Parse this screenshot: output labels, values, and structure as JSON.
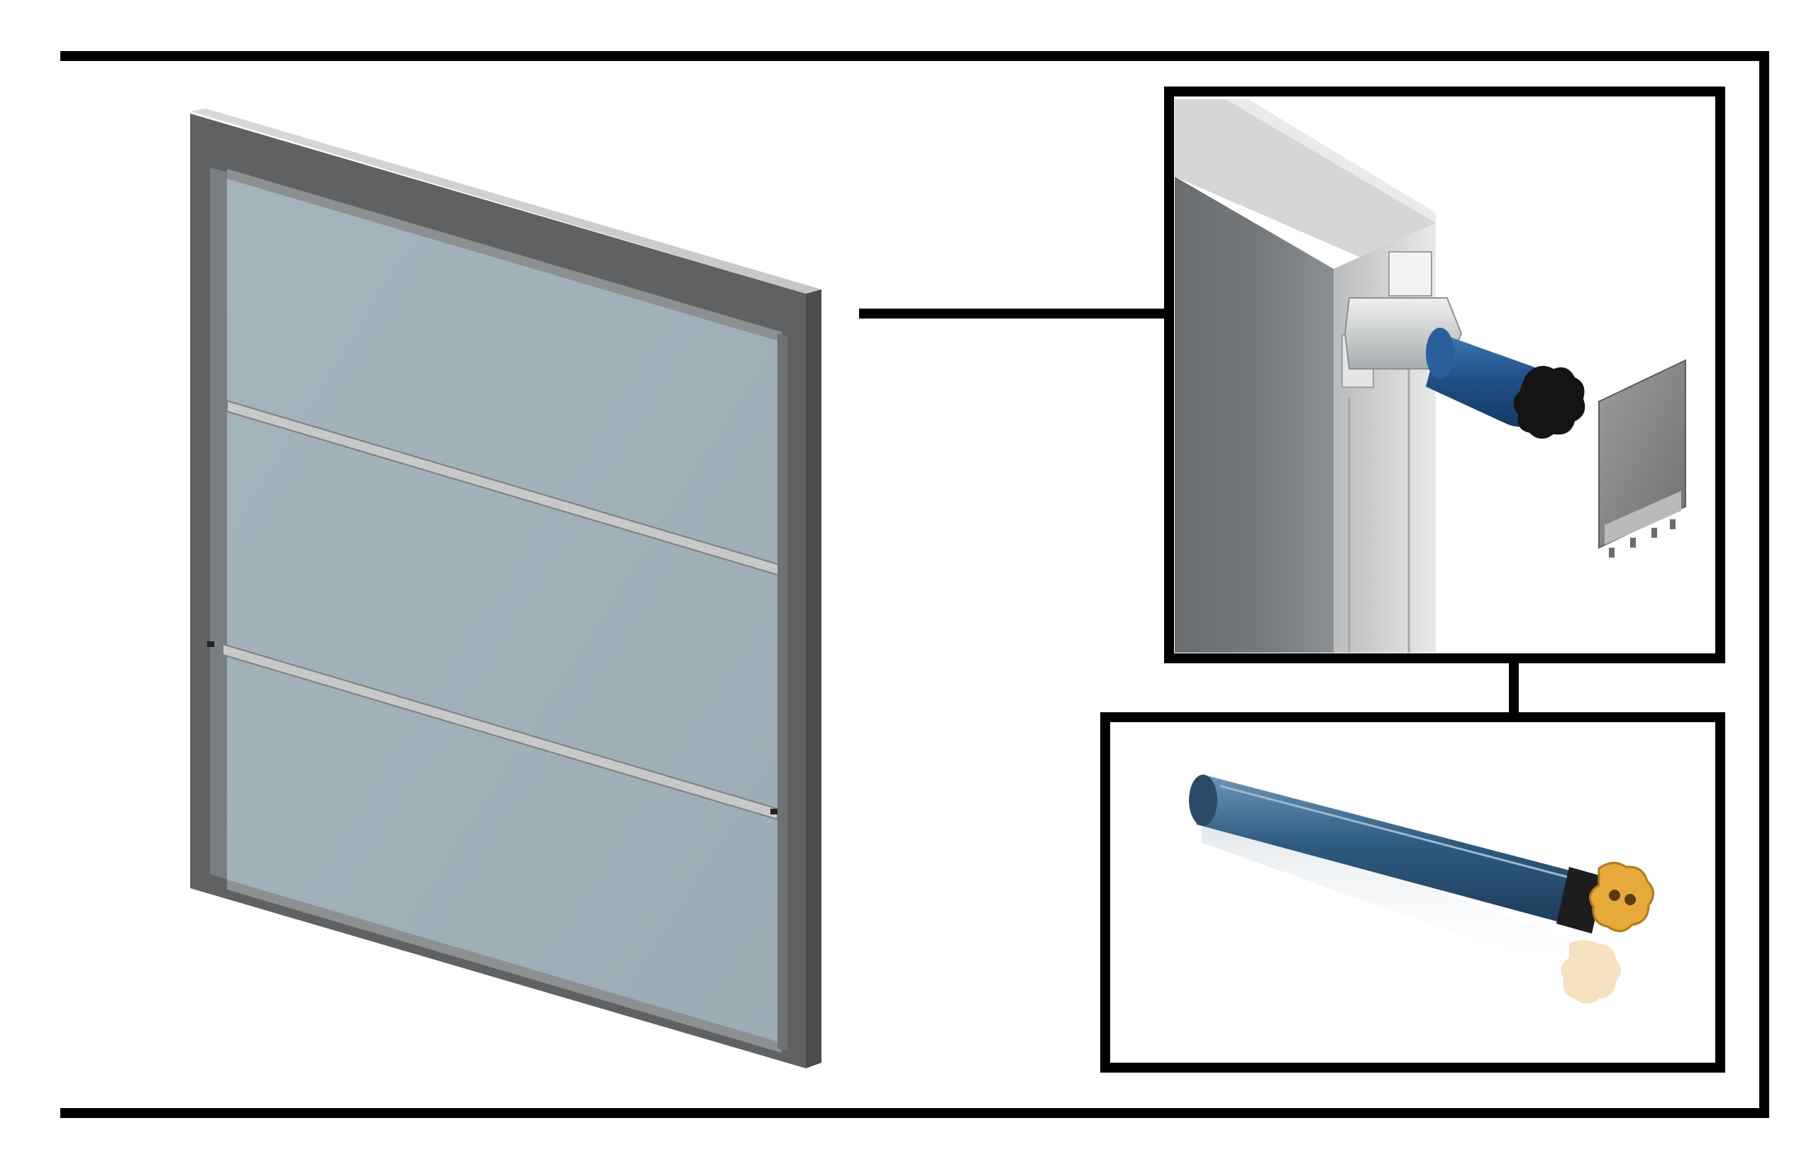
{
  "figure": {
    "main_view": "sectional-door-panel",
    "detail_top": "header-box-with-tubular-motor",
    "detail_bottom": "tubular-motor"
  },
  "colors": {
    "background": "#ffffff",
    "frame_line": "#000000",
    "aluminium_dark": "#5f6163",
    "aluminium_light": "#c9cbcd",
    "glass": "#a0b0b7",
    "motor_blue": "#2b5f9c",
    "motor_head": "#e6a93a"
  },
  "icons": [
    "door-panel-illustration",
    "motor-header-detail-illustration",
    "tubular-motor-illustration"
  ]
}
